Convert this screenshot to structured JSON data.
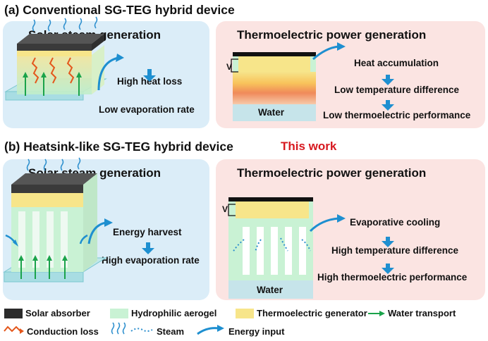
{
  "panel_a": {
    "title": "(a)  Conventional SG-TEG hybrid device",
    "left": {
      "title": "Solar steam generation",
      "line1": "High heat loss",
      "line2": "Low evaporation rate"
    },
    "right": {
      "title": "Thermoelectric power generation",
      "voltage": "V",
      "water": "Water",
      "step1": "Heat accumulation",
      "step2": "Low temperature difference",
      "step3": "Low thermoelectric performance"
    }
  },
  "panel_b": {
    "title": "(b)  Heatsink-like SG-TEG hybrid device",
    "this_work": "This work",
    "left": {
      "title": "Solar steam generation",
      "line1": "Energy harvest",
      "line2": "High evaporation rate"
    },
    "right": {
      "title": "Thermoelectric power generation",
      "voltage": "V",
      "water": "Water",
      "step1": "Evaporative cooling",
      "step2": "High temperature difference",
      "step3": "High thermoelectric performance"
    }
  },
  "legend": {
    "solar_absorber": "Solar absorber",
    "hydrophilic_aerogel": "Hydrophilic aerogel",
    "thermoelectric_generator": "Thermoelectric generator",
    "water_transport": "Water transport",
    "conduction_loss": "Conduction loss",
    "steam": "Steam",
    "energy_input": "Energy input"
  },
  "colors": {
    "panel_blue": "#dbedf8",
    "panel_pink": "#fbe4e2",
    "solar_absorber": "#2b2b2b",
    "aerogel": "#c9f2d4",
    "teg": "#f7e58a",
    "arrow_blue": "#1e8fd0",
    "water_green": "#1aa34a",
    "conduction": "#e4571c",
    "this_work": "#d71920"
  }
}
